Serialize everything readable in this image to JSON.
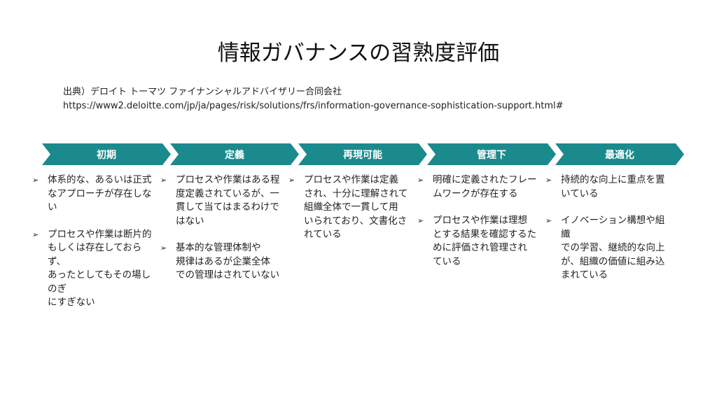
{
  "title": "情報ガバナンスの習熟度評価",
  "source": {
    "line1": "出典）デロイト トーマツ ファイナンシャルアドバイザリー合同会社",
    "line2": "https://www2.deloitte.com/jp/ja/pages/risk/solutions/frs/information-governance-sophistication-support.html#"
  },
  "stages": [
    {
      "label": "初期",
      "bullets": [
        "体系的な、あるいは正式\nなアプローチが存在しない",
        "プロセスや作業は断片的\nもしくは存在しておらず、\nあったとしてもその場しのぎ\nにすぎない"
      ]
    },
    {
      "label": "定義",
      "bullets": [
        "プロセスや作業はある程\n度定義されているが、一\n貫して当てはまるわけで\nはない",
        "基本的な管理体制や\n規律はあるが企業全体\nでの管理はされていない"
      ]
    },
    {
      "label": "再現可能",
      "bullets": [
        "プロセスや作業は定義\nされ、十分に理解されて\n組織全体で一貫して用\nいられており、文書化さ\nれている"
      ]
    },
    {
      "label": "管理下",
      "bullets": [
        "明確に定義されたフレー\nムワークが存在する",
        "プロセスや作業は理想\nとする結果を確認するた\nめに評価され管理され\nている"
      ]
    },
    {
      "label": "最適化",
      "bullets": [
        "持続的な向上に重点を置\nいている",
        "イノベーション構想や組織\nでの学習、継続的な向上\nが、組織の価値に組み込\nまれている"
      ]
    }
  ],
  "bullet_glyph": "➢",
  "colors": {
    "chevron": "#1b8a8c"
  }
}
